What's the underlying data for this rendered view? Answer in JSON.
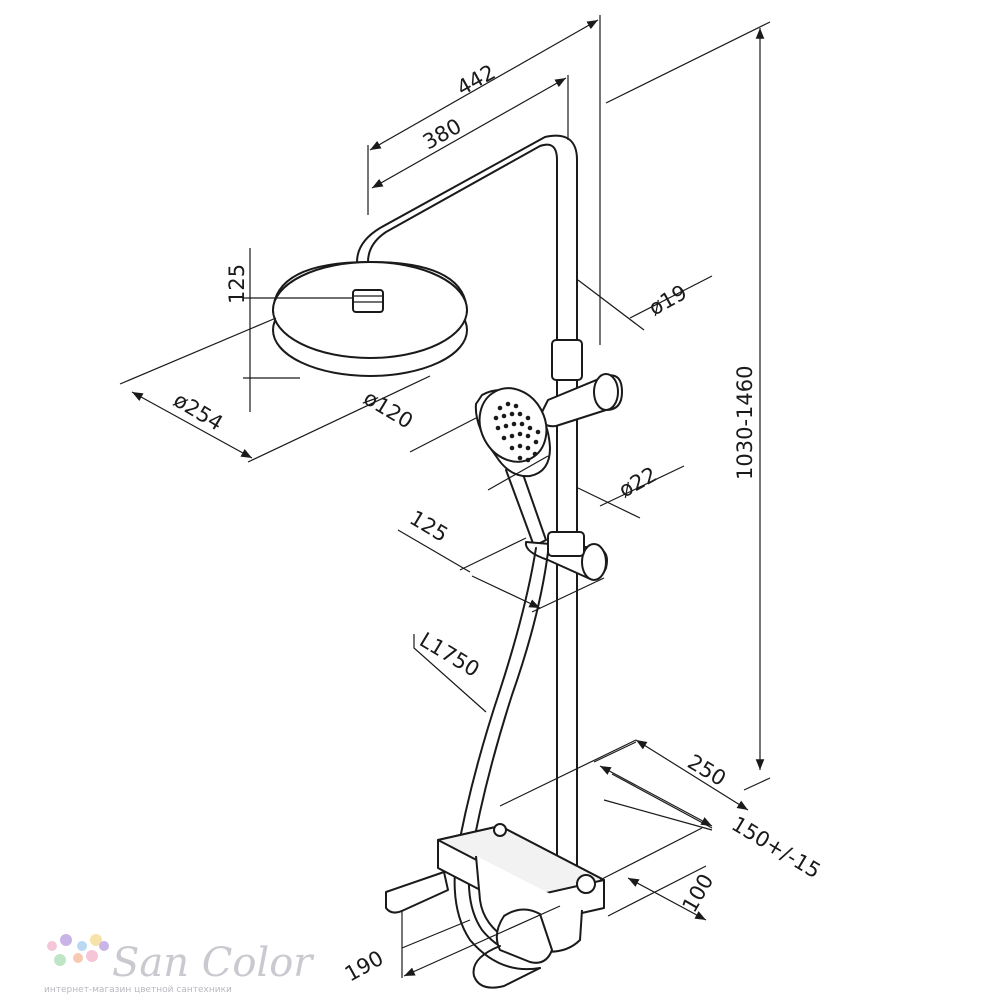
{
  "dimensions": {
    "width_total": "442",
    "reach": "380",
    "head_drop": "125",
    "pipe_dia": "ø19",
    "head_dia": "ø254",
    "handshower_dia": "ø120",
    "rail_dia": "ø22",
    "holder_offset": "125",
    "height_range": "1030-1460",
    "hose_length": "L1750",
    "mixer_length": "250",
    "centers": "150+/-15",
    "wall_offset": "100",
    "spout_length": "190"
  },
  "watermark": {
    "brand": "San Color",
    "tagline": "интернет-магазин цветной сантехники",
    "dot_colors": [
      "#f4c6d8",
      "#c9b4e8",
      "#b9d8f2",
      "#f6e3a8",
      "#bfe5c7",
      "#f7c9b0"
    ]
  }
}
